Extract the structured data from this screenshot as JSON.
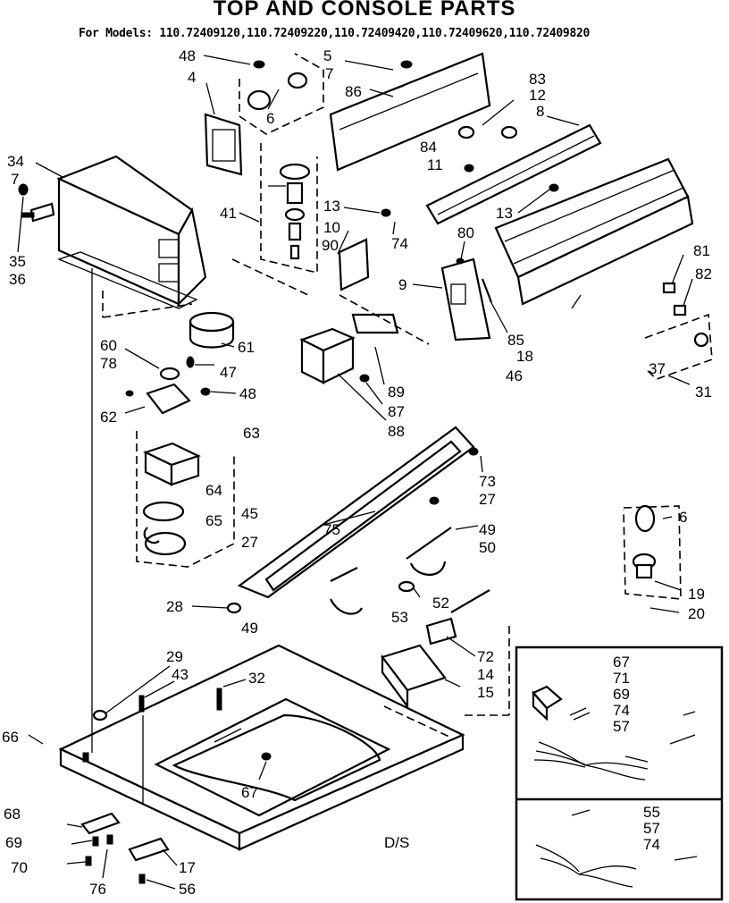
{
  "header": {
    "title": "TOP AND CONSOLE PARTS",
    "models": "For Models: 110.72409120,110.72409220,110.72409420,110.72409620,110.72409820"
  },
  "note": "D/S",
  "labels": [
    {
      "id": "l48a",
      "text": "48"
    },
    {
      "id": "l5a",
      "text": "5"
    },
    {
      "id": "l7a",
      "text": "7"
    },
    {
      "id": "l4",
      "text": "4"
    },
    {
      "id": "l86",
      "text": "86"
    },
    {
      "id": "l6a",
      "text": "6"
    },
    {
      "id": "l83",
      "text": "83"
    },
    {
      "id": "l12",
      "text": "12"
    },
    {
      "id": "l8",
      "text": "8"
    },
    {
      "id": "l34",
      "text": "34"
    },
    {
      "id": "l7b",
      "text": "7"
    },
    {
      "id": "l84",
      "text": "84"
    },
    {
      "id": "l11",
      "text": "11"
    },
    {
      "id": "l41",
      "text": "41"
    },
    {
      "id": "l13a",
      "text": "13"
    },
    {
      "id": "l13b",
      "text": "13"
    },
    {
      "id": "l10",
      "text": "10"
    },
    {
      "id": "l74a",
      "text": "74"
    },
    {
      "id": "l80",
      "text": "80"
    },
    {
      "id": "l90",
      "text": "90"
    },
    {
      "id": "l81",
      "text": "81"
    },
    {
      "id": "l35",
      "text": "35"
    },
    {
      "id": "l36",
      "text": "36"
    },
    {
      "id": "l82",
      "text": "82"
    },
    {
      "id": "l9",
      "text": "9"
    },
    {
      "id": "l85",
      "text": "85"
    },
    {
      "id": "l18",
      "text": "18"
    },
    {
      "id": "l60",
      "text": "60"
    },
    {
      "id": "l61",
      "text": "61"
    },
    {
      "id": "l78",
      "text": "78"
    },
    {
      "id": "l47",
      "text": "47"
    },
    {
      "id": "l46",
      "text": "46"
    },
    {
      "id": "l37",
      "text": "37"
    },
    {
      "id": "l31",
      "text": "31"
    },
    {
      "id": "l48b",
      "text": "48"
    },
    {
      "id": "l89",
      "text": "89"
    },
    {
      "id": "l87",
      "text": "87"
    },
    {
      "id": "l62",
      "text": "62"
    },
    {
      "id": "l88",
      "text": "88"
    },
    {
      "id": "l63",
      "text": "63"
    },
    {
      "id": "l73",
      "text": "73"
    },
    {
      "id": "l27a",
      "text": "27"
    },
    {
      "id": "l64",
      "text": "64"
    },
    {
      "id": "l45",
      "text": "45"
    },
    {
      "id": "l65",
      "text": "65"
    },
    {
      "id": "l75",
      "text": "75"
    },
    {
      "id": "l49a",
      "text": "49"
    },
    {
      "id": "l6b",
      "text": "6"
    },
    {
      "id": "l27b",
      "text": "27"
    },
    {
      "id": "l50",
      "text": "50"
    },
    {
      "id": "l52",
      "text": "52"
    },
    {
      "id": "l19",
      "text": "19"
    },
    {
      "id": "l28",
      "text": "28"
    },
    {
      "id": "l20",
      "text": "20"
    },
    {
      "id": "l53",
      "text": "53"
    },
    {
      "id": "l49b",
      "text": "49"
    },
    {
      "id": "l72",
      "text": "72"
    },
    {
      "id": "l14",
      "text": "14"
    },
    {
      "id": "l29",
      "text": "29"
    },
    {
      "id": "l15",
      "text": "15"
    },
    {
      "id": "l43",
      "text": "43"
    },
    {
      "id": "l32",
      "text": "32"
    },
    {
      "id": "l66",
      "text": "66"
    },
    {
      "id": "l67a",
      "text": "67"
    },
    {
      "id": "l68",
      "text": "68"
    },
    {
      "id": "l69a",
      "text": "69"
    },
    {
      "id": "l70",
      "text": "70"
    },
    {
      "id": "l17",
      "text": "17"
    },
    {
      "id": "l76",
      "text": "76"
    },
    {
      "id": "l56",
      "text": "56"
    },
    {
      "id": "l67b",
      "text": "67"
    },
    {
      "id": "l71",
      "text": "71"
    },
    {
      "id": "l69b",
      "text": "69"
    },
    {
      "id": "l74b",
      "text": "74"
    },
    {
      "id": "l57a",
      "text": "57"
    },
    {
      "id": "l55",
      "text": "55"
    },
    {
      "id": "l57b",
      "text": "57"
    },
    {
      "id": "l74c",
      "text": "74"
    }
  ]
}
